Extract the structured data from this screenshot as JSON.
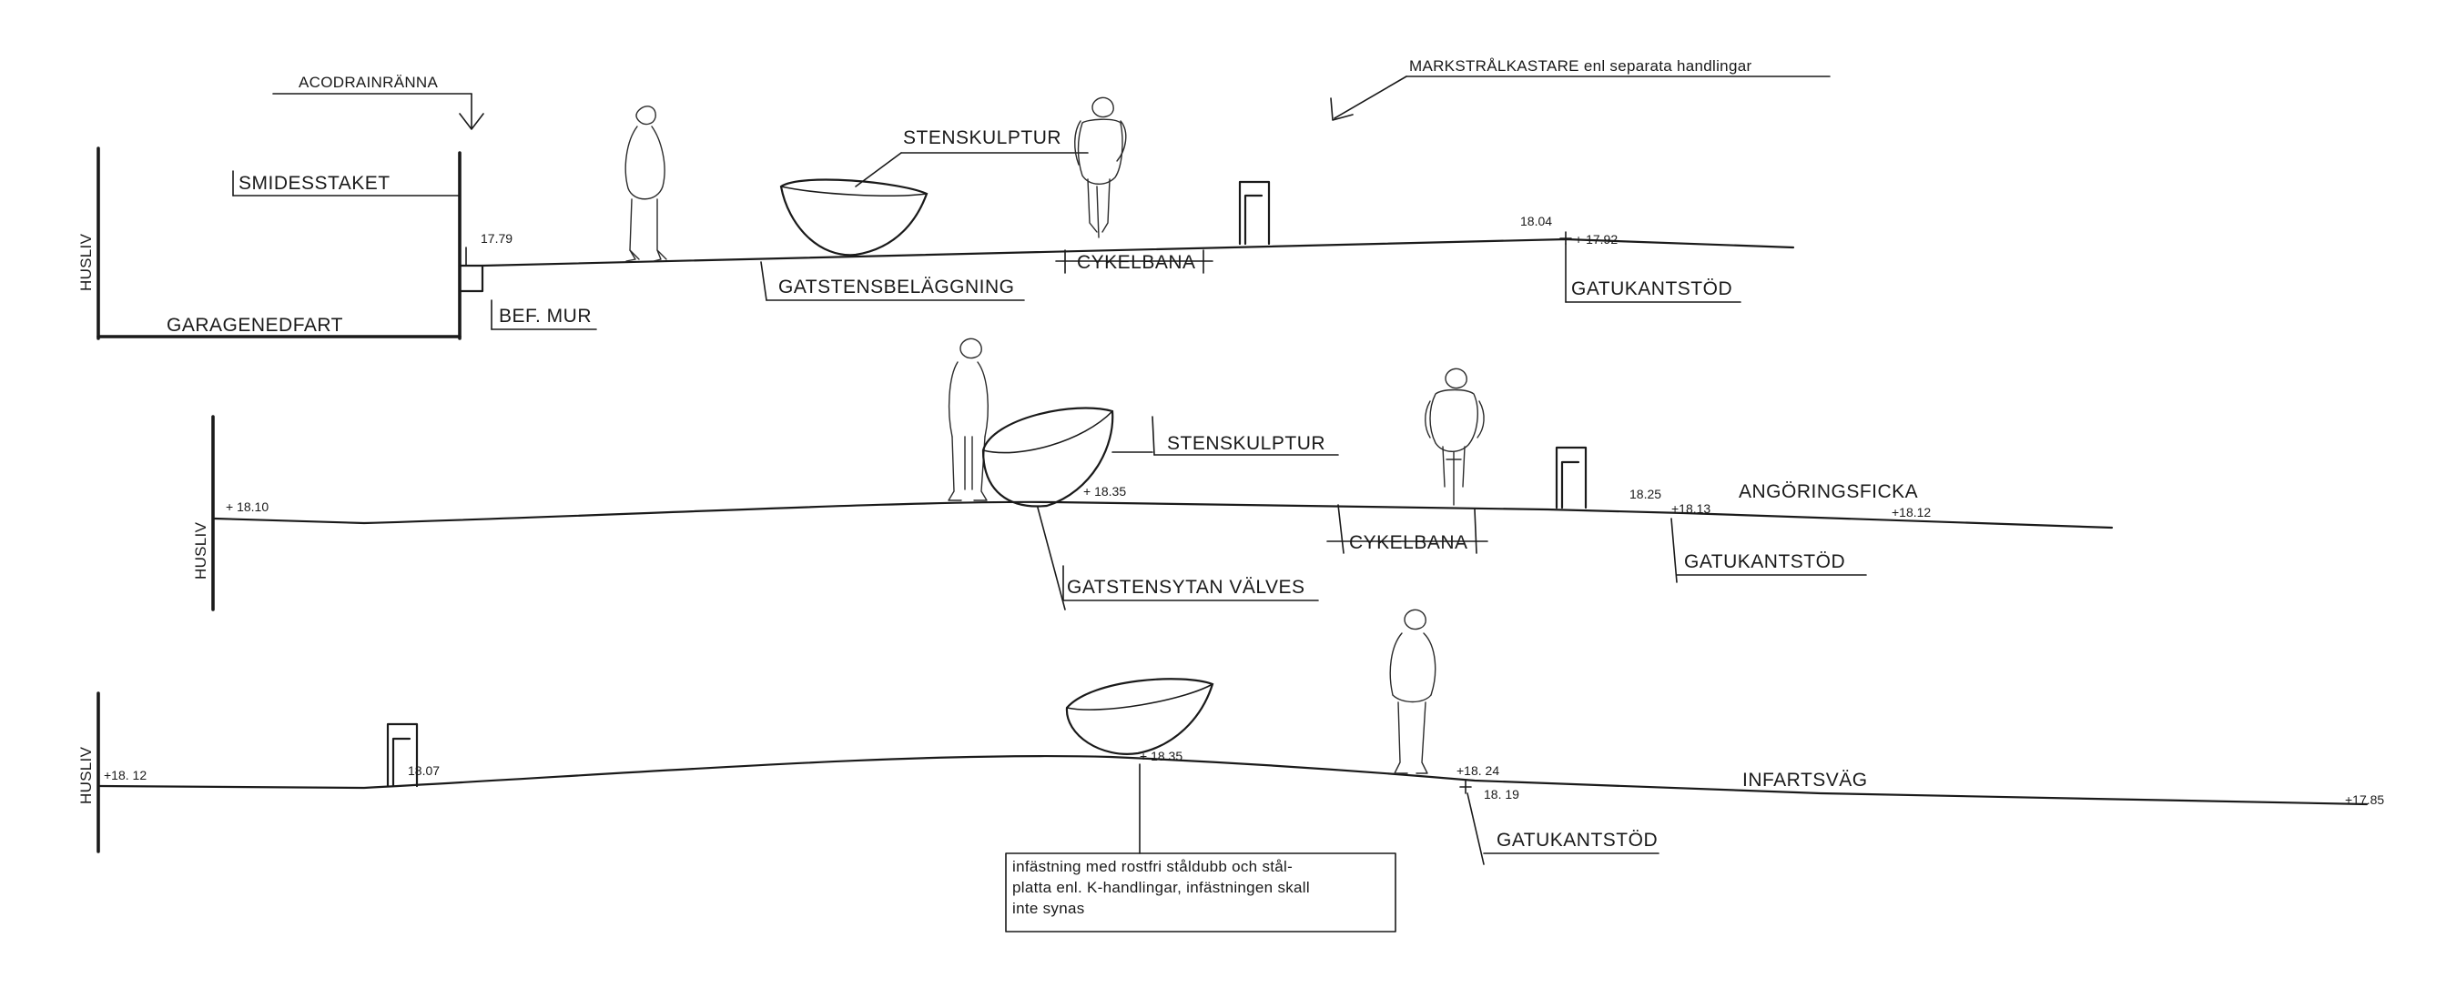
{
  "section1": {
    "acodrain": "ACODRAINRÄNNA",
    "markstralkastare": "MARKSTRÅLKASTARE  enl separata handlingar",
    "smidesstaket": "SMIDESSTAKET",
    "husliv": "HUSLIV",
    "garagenedfart": "GARAGENEDFART",
    "bef_mur": "BEF. MUR",
    "stenskulptur": "STENSKULPTUR",
    "gatstensbelaggning": "GATSTENSBELÄGGNING",
    "cykelbana": "CYKELBANA",
    "gatukantstod": "GATUKANTSTÖD",
    "lvl_1779": "17.79",
    "lvl_1804": "18.04",
    "lvl_1792": "+ 17.92"
  },
  "section2": {
    "husliv": "HUSLIV",
    "stenskulptur": "STENSKULPTUR",
    "angoringsficka": "ANGÖRINGSFICKA",
    "cykelbana": "CYKELBANA",
    "gatukantstod": "GATUKANTSTÖD",
    "gatstensytan": "GATSTENSYTAN VÄLVES",
    "lvl_1810": "+ 18.10",
    "lvl_1835": "+ 18.35",
    "lvl_1825": "18.25",
    "lvl_1813": "+18.13",
    "lvl_1812": "+18.12"
  },
  "section3": {
    "husliv": "HUSLIV",
    "infartsvag": "INFARTSVÄG",
    "gatukantstod": "GATUKANTSTÖD",
    "lvl_1812": "+18. 12",
    "lvl_1807": "18.07",
    "lvl_1835": "+ 18.35",
    "lvl_1824": "+18. 24",
    "lvl_1819": "18. 19",
    "lvl_1785": "+17.85",
    "note_line1": "infästning med rostfri ståldubb och stål-",
    "note_line2": "platta enl. K-handlingar, infästningen skall",
    "note_line3": "inte synas"
  }
}
